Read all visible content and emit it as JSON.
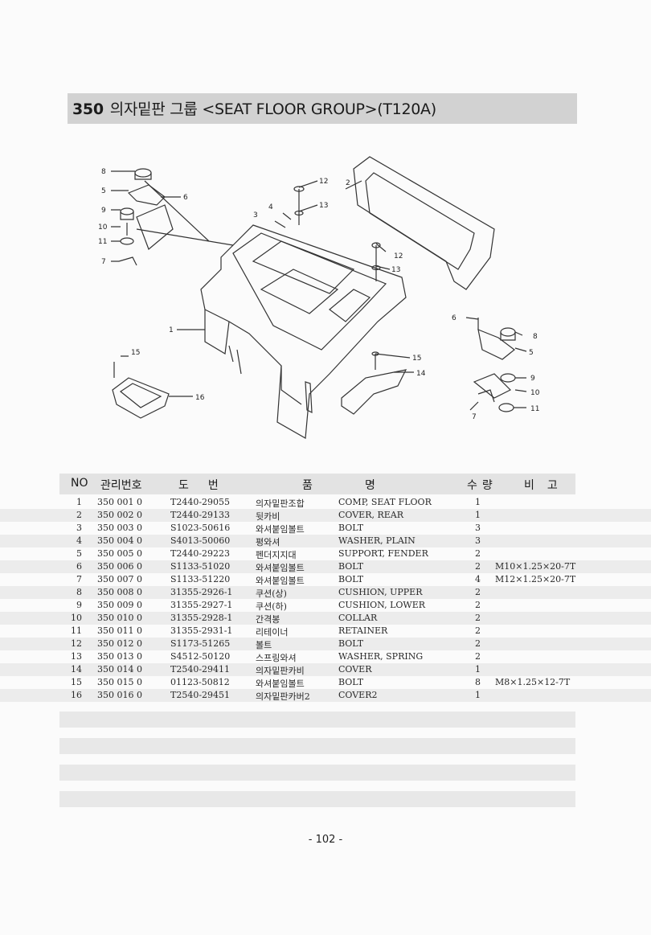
{
  "header": {
    "section": "350",
    "title": "의자밑판 그룹 <SEAT FLOOR GROUP>(T120A)"
  },
  "diagram": {
    "callouts": [
      "8",
      "5",
      "6",
      "9",
      "10",
      "11",
      "7",
      "12",
      "13",
      "4",
      "3",
      "2",
      "12",
      "13",
      "1",
      "6",
      "8",
      "5",
      "9",
      "10",
      "11",
      "7",
      "15",
      "14",
      "15",
      "16"
    ]
  },
  "table": {
    "headers": {
      "no": "NO",
      "mgmt": "관리번호",
      "drawing": "도번",
      "name_a": "품",
      "name_b": "명",
      "qty": "수량",
      "remark": "비고"
    },
    "rows": [
      {
        "no": "1",
        "mgmt": "350 001 0",
        "drawing": "T2440-29055",
        "kr": "의자밑판조합",
        "en": "COMP, SEAT FLOOR",
        "qty": "1",
        "remark": ""
      },
      {
        "no": "2",
        "mgmt": "350 002 0",
        "drawing": "T2440-29133",
        "kr": "뒷카비",
        "en": "COVER, REAR",
        "qty": "1",
        "remark": ""
      },
      {
        "no": "3",
        "mgmt": "350 003 0",
        "drawing": "S1023-50616",
        "kr": "와셔붙임볼트",
        "en": "BOLT",
        "qty": "3",
        "remark": ""
      },
      {
        "no": "4",
        "mgmt": "350 004 0",
        "drawing": "S4013-50060",
        "kr": "평와셔",
        "en": "WASHER, PLAIN",
        "qty": "3",
        "remark": ""
      },
      {
        "no": "5",
        "mgmt": "350 005 0",
        "drawing": "T2440-29223",
        "kr": "펜더지지대",
        "en": "SUPPORT, FENDER",
        "qty": "2",
        "remark": ""
      },
      {
        "no": "6",
        "mgmt": "350 006 0",
        "drawing": "S1133-51020",
        "kr": "와셔붙임볼트",
        "en": "BOLT",
        "qty": "2",
        "remark": "M10×1.25×20-7T"
      },
      {
        "no": "7",
        "mgmt": "350 007 0",
        "drawing": "S1133-51220",
        "kr": "와셔붙임볼트",
        "en": "BOLT",
        "qty": "4",
        "remark": "M12×1.25×20-7T"
      },
      {
        "no": "8",
        "mgmt": "350 008 0",
        "drawing": "31355-2926-1",
        "kr": "쿠션(상)",
        "en": "CUSHION, UPPER",
        "qty": "2",
        "remark": ""
      },
      {
        "no": "9",
        "mgmt": "350 009 0",
        "drawing": "31355-2927-1",
        "kr": "쿠션(하)",
        "en": "CUSHION, LOWER",
        "qty": "2",
        "remark": ""
      },
      {
        "no": "10",
        "mgmt": "350 010 0",
        "drawing": "31355-2928-1",
        "kr": "간격봉",
        "en": "COLLAR",
        "qty": "2",
        "remark": ""
      },
      {
        "no": "11",
        "mgmt": "350 011 0",
        "drawing": "31355-2931-1",
        "kr": "리테이너",
        "en": "RETAINER",
        "qty": "2",
        "remark": ""
      },
      {
        "no": "12",
        "mgmt": "350 012 0",
        "drawing": "S1173-51265",
        "kr": "볼트",
        "en": "BOLT",
        "qty": "2",
        "remark": ""
      },
      {
        "no": "13",
        "mgmt": "350 013 0",
        "drawing": "S4512-50120",
        "kr": "스프링와셔",
        "en": "WASHER, SPRING",
        "qty": "2",
        "remark": ""
      },
      {
        "no": "14",
        "mgmt": "350 014 0",
        "drawing": "T2540-29411",
        "kr": "의자밑판카비",
        "en": "COVER",
        "qty": "1",
        "remark": ""
      },
      {
        "no": "15",
        "mgmt": "350 015 0",
        "drawing": "01123-50812",
        "kr": "와셔붙임볼트",
        "en": "BOLT",
        "qty": "8",
        "remark": "M8×1.25×12-7T"
      },
      {
        "no": "16",
        "mgmt": "350 016 0",
        "drawing": "T2540-29451",
        "kr": "의자밑판카버2",
        "en": "COVER2",
        "qty": "1",
        "remark": ""
      }
    ]
  },
  "footer": {
    "page": "- 102 -"
  }
}
